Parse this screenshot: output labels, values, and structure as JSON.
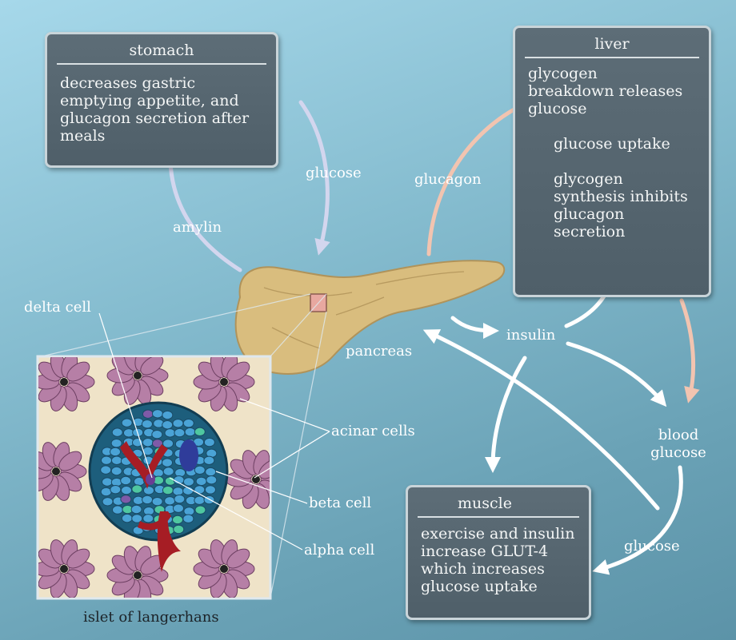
{
  "boxes": {
    "stomach": {
      "title": "stomach",
      "text": "decreases gastric emptying appetite, and glucagon secretion after meals"
    },
    "liver": {
      "title": "liver",
      "release": "glycogen breakdown releases glucose",
      "uptake": "glucose uptake",
      "synthesis": "glycogen synthesis inhibits glucagon secretion"
    },
    "muscle": {
      "title": "muscle",
      "text": "exercise and insulin increase GLUT-4 which increases glucose uptake"
    }
  },
  "labels": {
    "glucose_top": "glucose",
    "glucagon": "glucagon",
    "amylin": "amylin",
    "insulin": "insulin",
    "pancreas": "pancreas",
    "blood_glucose": "blood glucose",
    "glucose_bottom": "glucose"
  },
  "islet": {
    "delta_cell": "delta cell",
    "acinar_cells": "acinar cells",
    "beta_cell": "beta cell",
    "alpha_cell": "alpha cell",
    "caption": "islet of langerhans"
  },
  "colors": {
    "hormone_arrow": "#ffffff",
    "glucagon_arrow": "#f2c4b0",
    "stomach_arrow": "#cfd3ea",
    "box_fill": "#56666f",
    "pancreas": "#d9bd7e"
  }
}
